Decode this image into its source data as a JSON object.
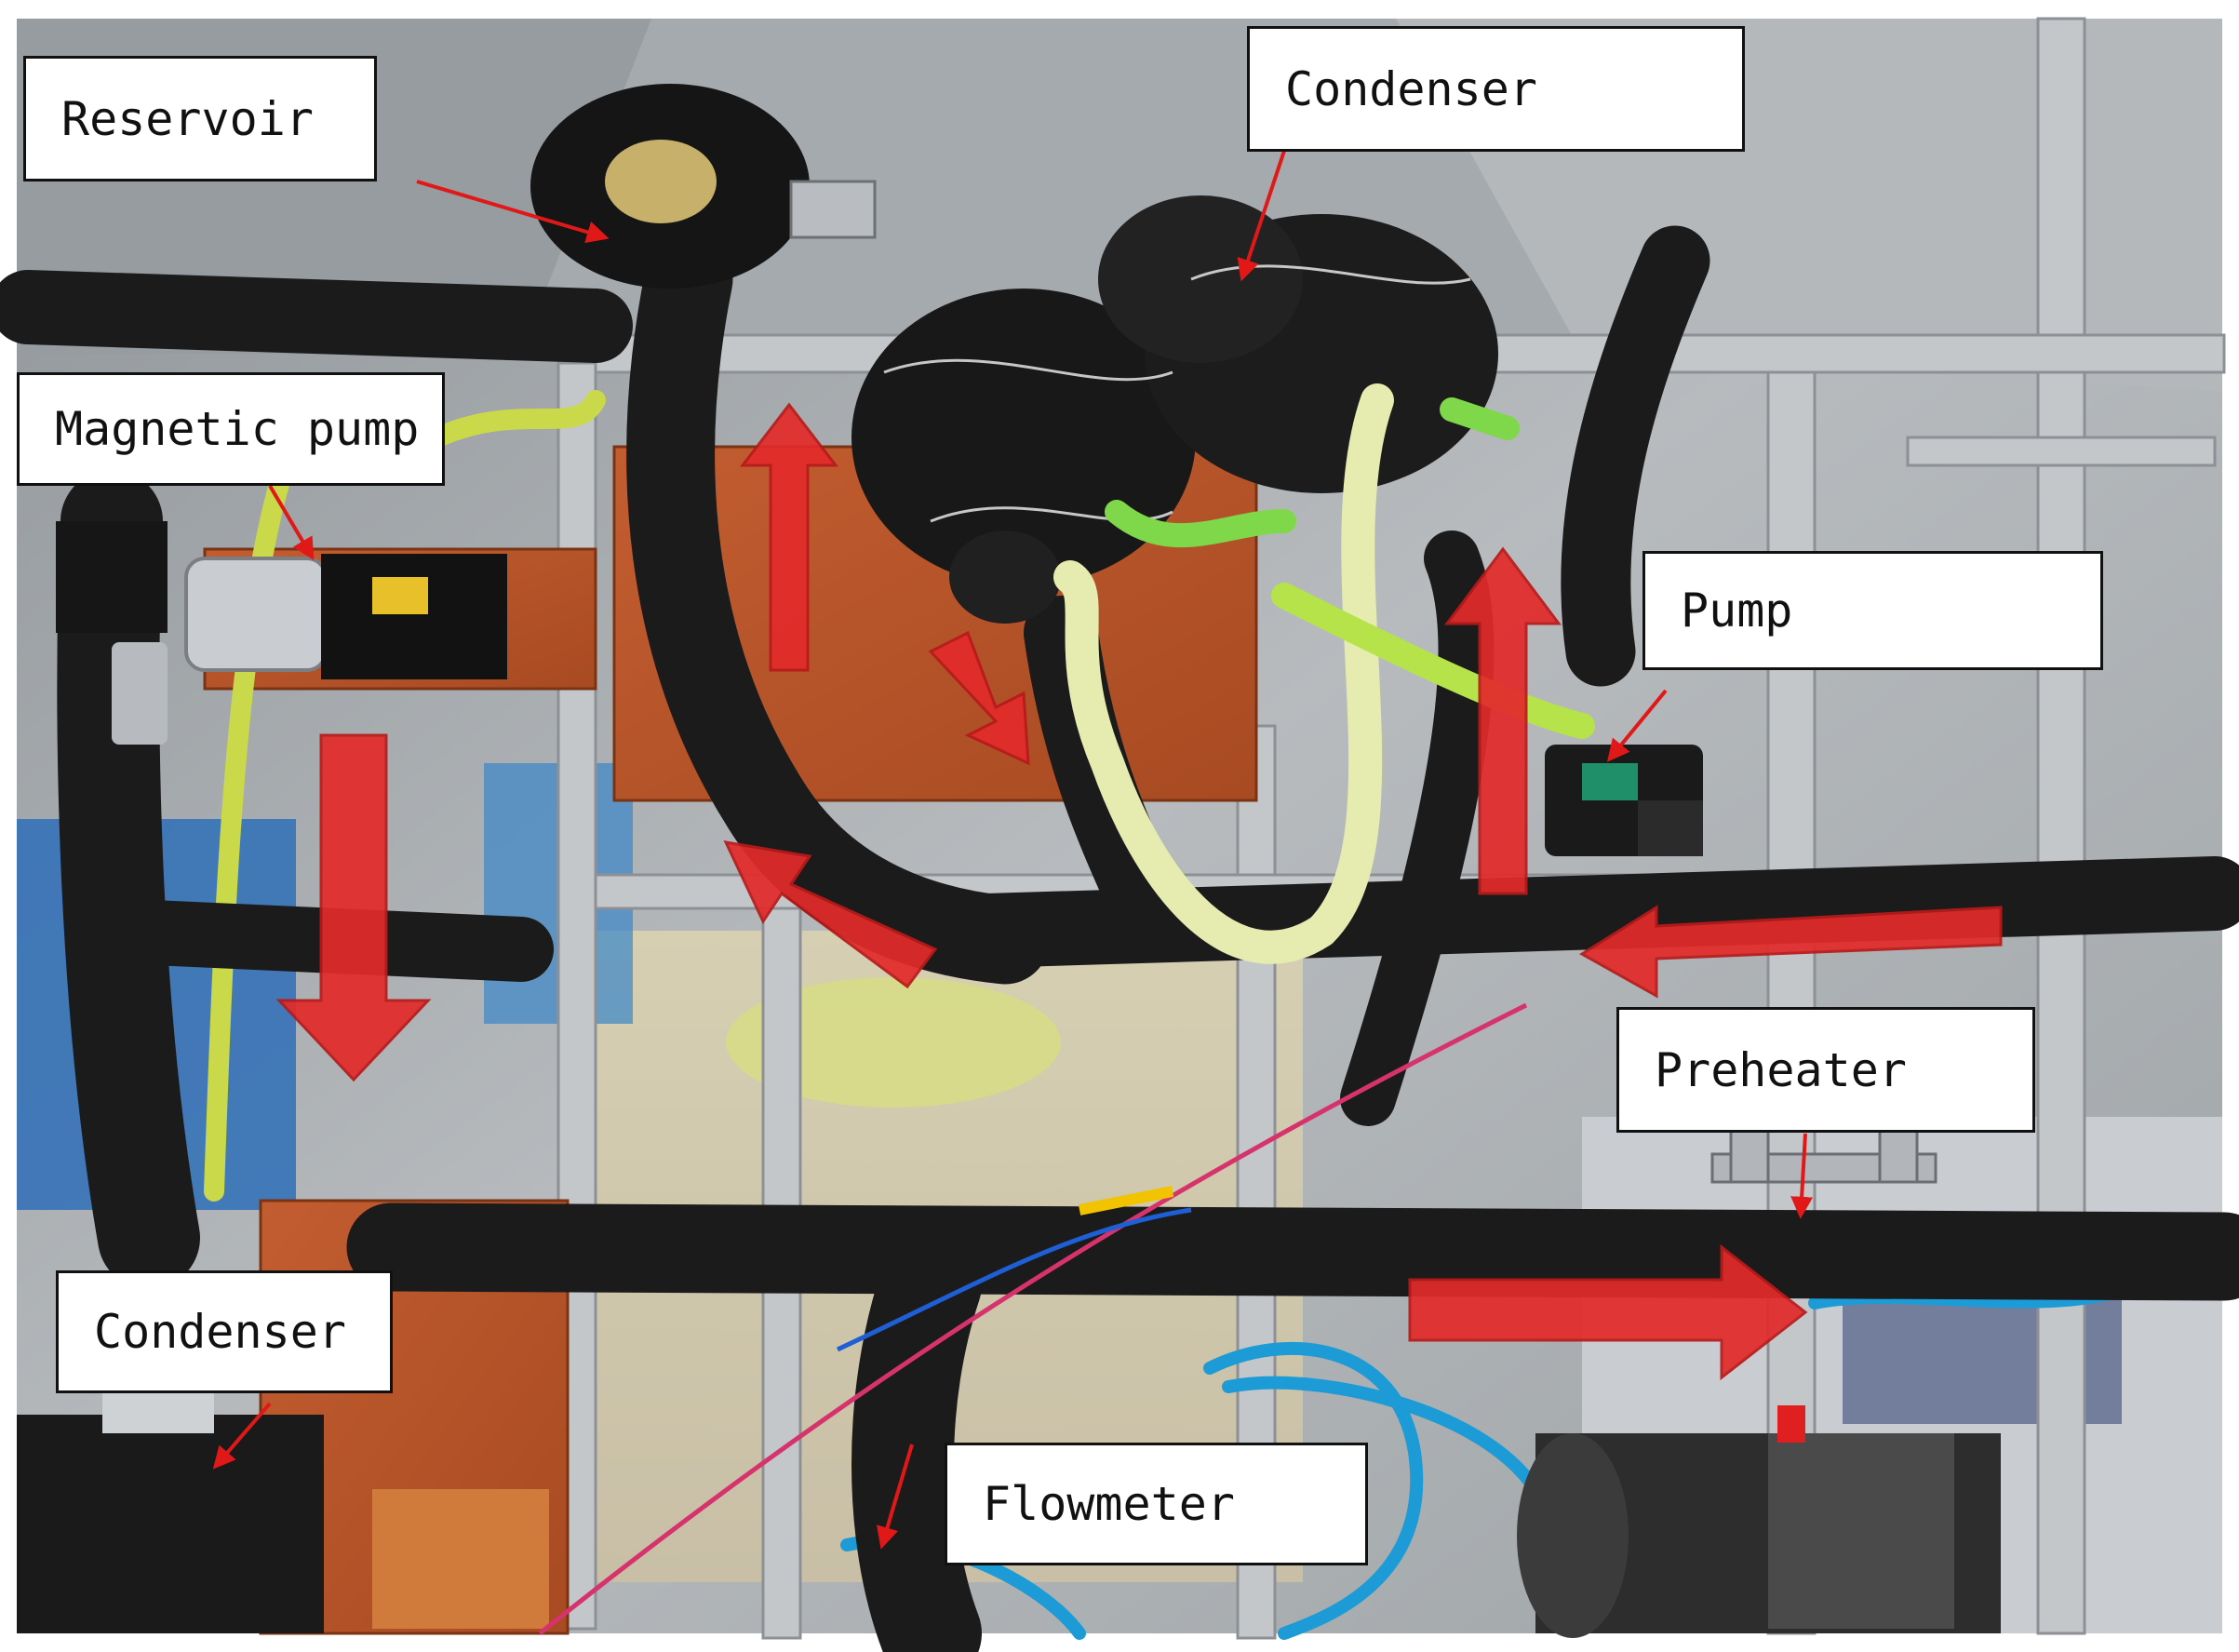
{
  "labels": {
    "reservoir": "Reservoir",
    "condenser_top": "Condenser",
    "magnetic_pump": "Magnetic pump",
    "pump": "Pump",
    "preheater": "Preheater",
    "condenser_bottom": "Condenser",
    "flowmeter": "Flowmeter"
  },
  "colors": {
    "flow_arrow": "#e32b2b",
    "pointer": "#e01818",
    "insulation": "#1b1b1b",
    "base_plate": "#b8542a",
    "frame": "#b9bcc0",
    "tube_yellow": "#e6ecb0",
    "tube_green": "#7fd84a",
    "hose_blue": "#1d9bd6"
  },
  "icons": {
    "flow": "block-arrow-icon",
    "pointer": "thin-arrow-icon"
  }
}
